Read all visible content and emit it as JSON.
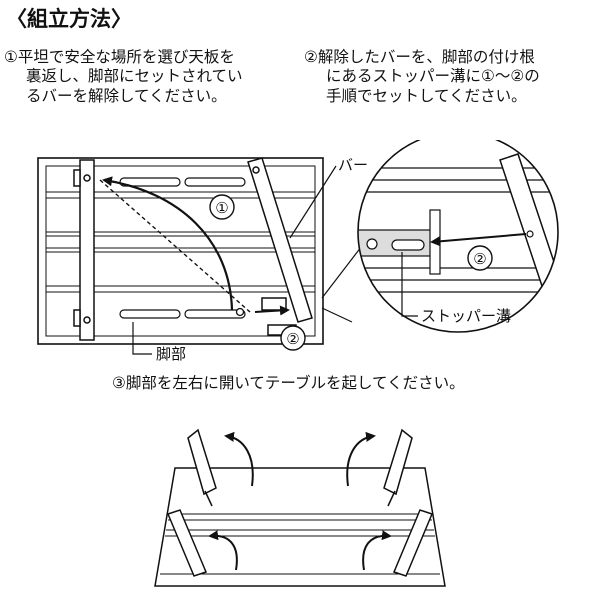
{
  "title": "〈組立方法〉",
  "steps": {
    "s1_line1": "①平坦で安全な場所を選び天板を",
    "s1_line2": "裏返し、脚部にセットされてい",
    "s1_line3": "るバーを解除してください。",
    "s2_line1": "②解除したバーを、脚部の付け根",
    "s2_line2": "にあるストッパー溝に①〜②の",
    "s2_line3": "手順でセットしてください。",
    "s3": "③脚部を左右に開いてテーブルを起してください。"
  },
  "labels": {
    "bar": "バー",
    "leg": "脚部",
    "stopper": "ストッパー溝",
    "mark1": "①",
    "mark2": "②"
  }
}
